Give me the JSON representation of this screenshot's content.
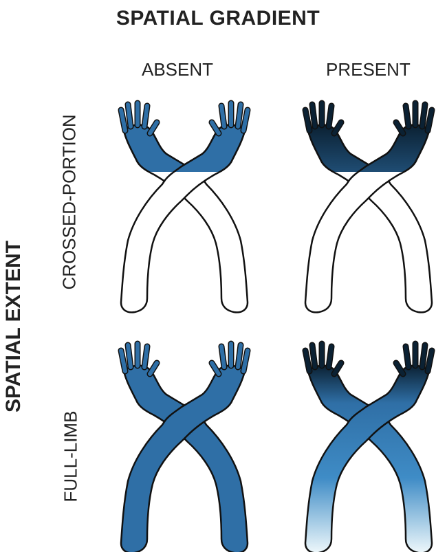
{
  "title": "SPATIAL GRADIENT",
  "columns": {
    "absent": "ABSENT",
    "present": "PRESENT"
  },
  "y_title": "SPATIAL EXTENT",
  "rows": {
    "crossed": "CROSSED-PORTION",
    "full": "FULL-LIMB"
  },
  "colors": {
    "blue": "#2f6fa6",
    "dark": "#0b2133",
    "light": "#e9f6fb",
    "outline": "#111111"
  }
}
